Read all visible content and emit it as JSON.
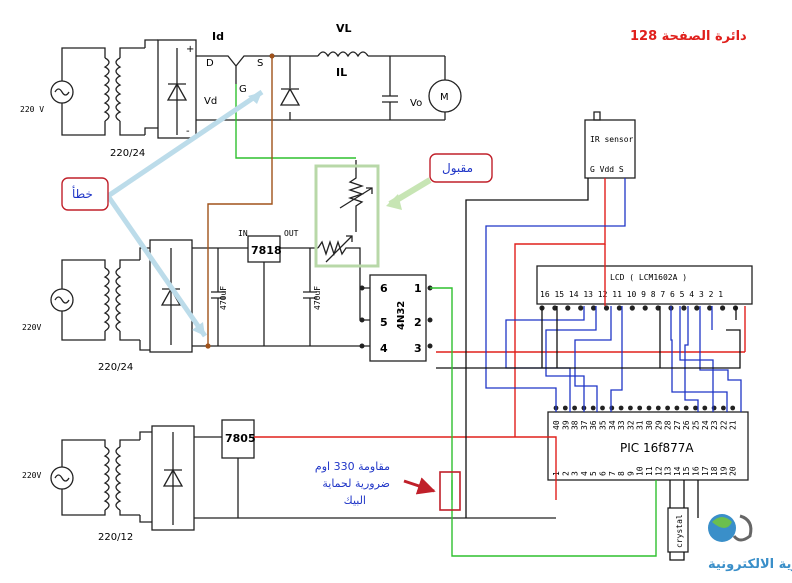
{
  "title": "دائرة الصفحة 128",
  "annotations": {
    "wrong": "خطأ",
    "accepted": "مقبول",
    "resistor_note": "مقاومة 330 اوم ضرورية لحماية البيك"
  },
  "top_circuit": {
    "voltage": "220 V",
    "transformer": "220/24",
    "vd": "Vd",
    "id": "Id",
    "d": "D",
    "s": "S",
    "g": "G",
    "vl": "VL",
    "il": "IL",
    "vo": "Vo",
    "motor": "M",
    "plus": "+",
    "minus": "-"
  },
  "middle_circuit": {
    "voltage": "220V",
    "transformer": "220/24",
    "regulator": "7818",
    "reg_in": "IN",
    "reg_out": "OUT",
    "cap1": "470uF",
    "cap2": "470uF",
    "optocoupler": "4N32",
    "pins": [
      "6",
      "5",
      "4",
      "1",
      "2",
      "3"
    ]
  },
  "bottom_circuit": {
    "voltage": "220V",
    "transformer": "220/12",
    "regulator": "7805"
  },
  "ir_sensor": {
    "label": "IR sensor",
    "pins": "G Vdd S"
  },
  "lcd": {
    "label": "LCD ( LCM1602A )",
    "pins": "16 15 14 13 12 11 10 9 8 7 6 5 4 3 2 1"
  },
  "pic": {
    "label": "PIC 16f877A",
    "top_pins": [
      "40",
      "39",
      "38",
      "37",
      "36",
      "35",
      "34",
      "33",
      "32",
      "31",
      "30",
      "29",
      "28",
      "27",
      "26",
      "25",
      "24",
      "23",
      "22",
      "21"
    ],
    "bottom_pins": [
      "1",
      "2",
      "3",
      "4",
      "5",
      "6",
      "7",
      "8",
      "9",
      "10",
      "11",
      "12",
      "13",
      "14",
      "15",
      "16",
      "17",
      "18",
      "19",
      "20"
    ]
  },
  "crystal": "crystal",
  "logo": "القرية الالكترونية",
  "colors": {
    "red": "#e0201c",
    "blue": "#1f35c7",
    "green": "#2fc02f",
    "brown": "#a0521a",
    "dark": "#222222",
    "annot_border": "#c0202a"
  }
}
